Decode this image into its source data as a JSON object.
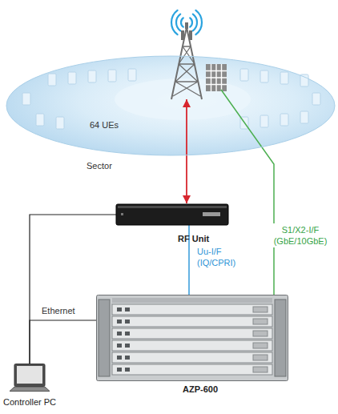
{
  "diagram": {
    "nodes": [
      {
        "text": [
          "64 UEs"
        ]
      },
      {
        "text": [
          "RF Unit"
        ]
      },
      {
        "text": [
          "AZP-600"
        ]
      },
      {
        "text": [
          "Controller PC"
        ]
      }
    ],
    "edges": [
      {
        "from": 0,
        "to": 1,
        "arrow": "both",
        "label": "Sector"
      },
      {
        "from": 1,
        "to": 2,
        "arrow": "none",
        "label": "Uu-I/F (IQ/CPRI)"
      },
      {
        "from": 0,
        "to": 2,
        "arrow": "none",
        "label": "S1/X2-I/F (GbE/10GbE)"
      },
      {
        "from": 3,
        "to": 1,
        "arrow": "none"
      },
      {
        "from": 3,
        "to": 2,
        "arrow": "none",
        "label": "Ethernet"
      }
    ]
  }
}
